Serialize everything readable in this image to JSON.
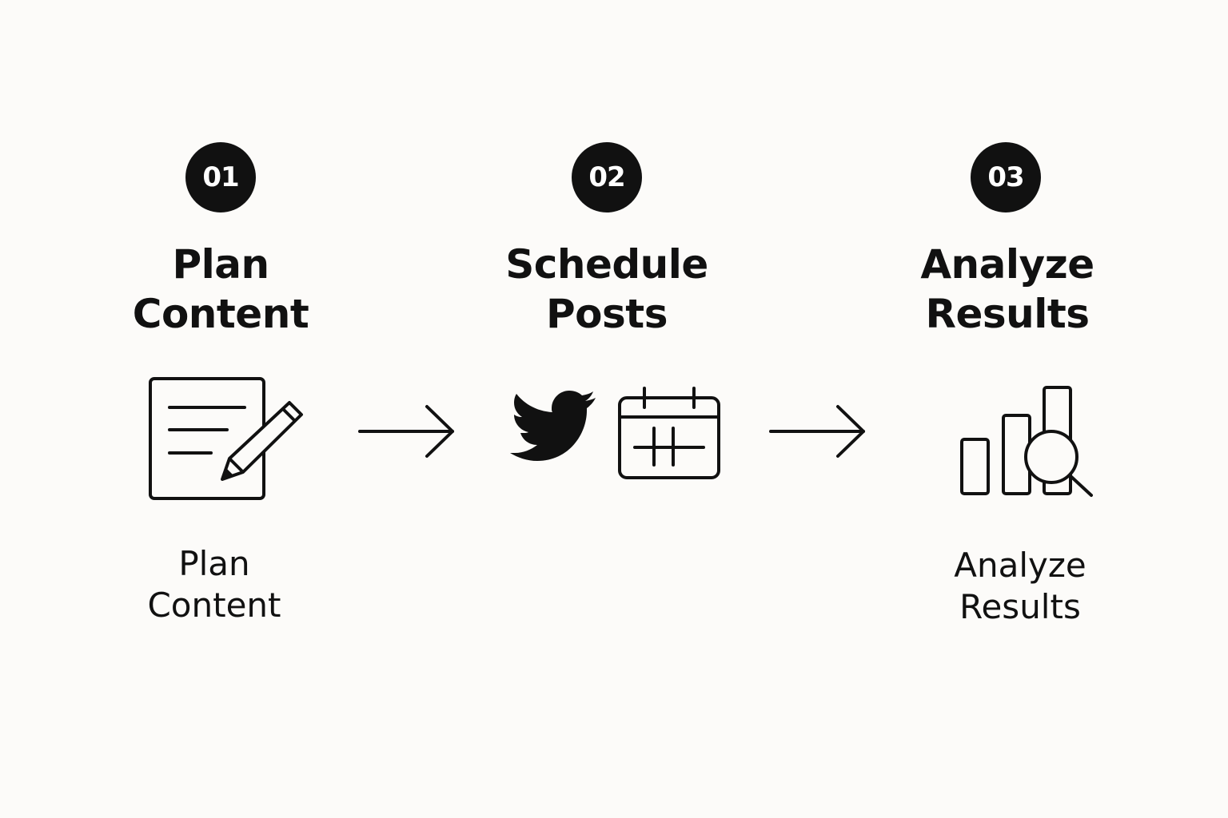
{
  "steps": [
    {
      "number": "01",
      "title_line1": "Plan",
      "title_line2": "Content",
      "caption_line1": "Plan",
      "caption_line2": "Content",
      "icon": "document-pencil-icon"
    },
    {
      "number": "02",
      "title_line1": "Schedule",
      "title_line2": "Posts",
      "icons": [
        "twitter-bird-icon",
        "calendar-icon"
      ]
    },
    {
      "number": "03",
      "title_line1": "Analyze",
      "title_line2": "Results",
      "caption_line1": "Analyze",
      "caption_line2": "Results",
      "icon": "bar-chart-magnifier-icon"
    }
  ],
  "connectors": [
    "arrow-right-icon",
    "arrow-right-icon"
  ],
  "colors": {
    "background": "#fcfbf9",
    "ink": "#111111",
    "badge_text": "#ffffff"
  }
}
